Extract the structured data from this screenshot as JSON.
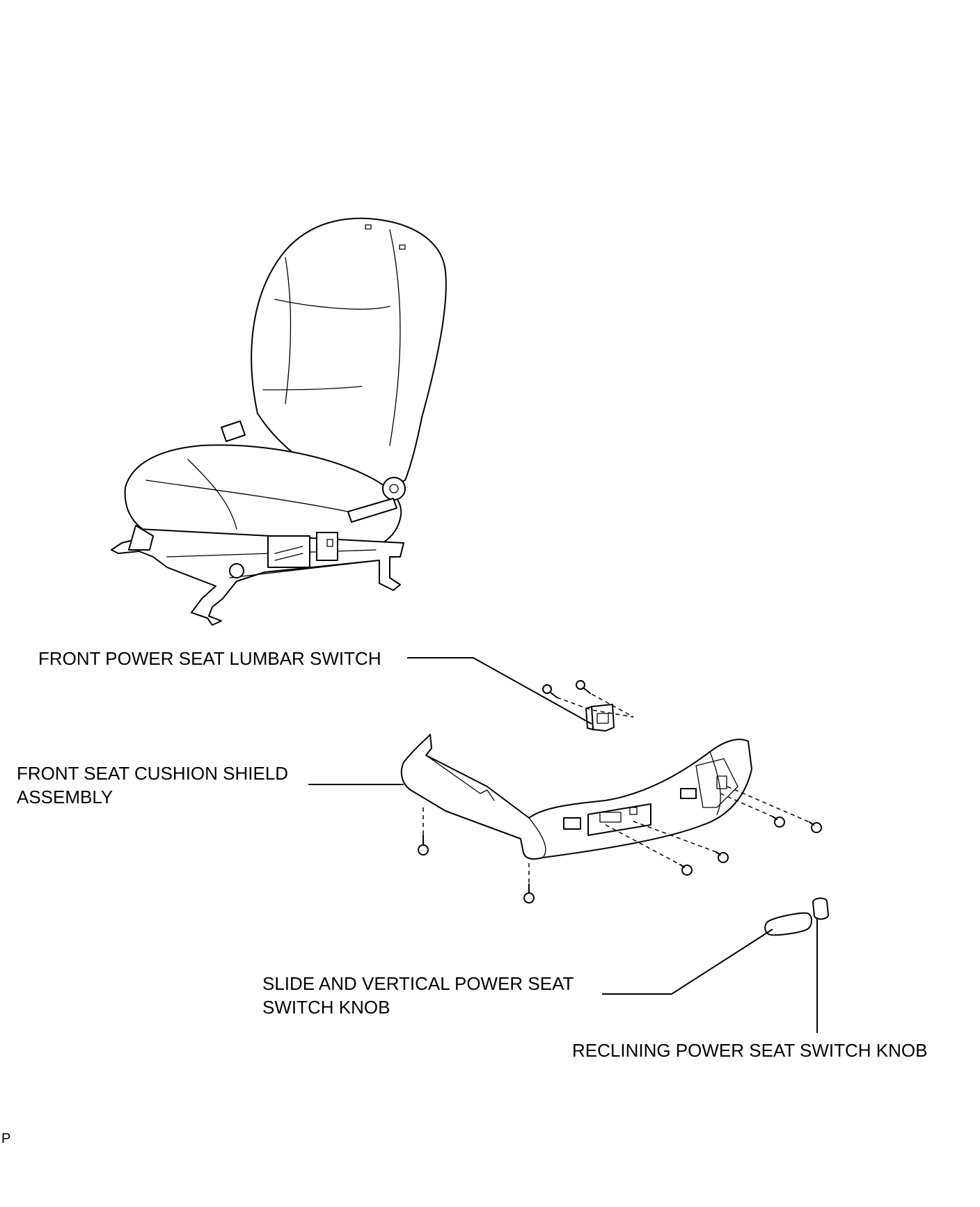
{
  "labels": {
    "lumbar_switch": "FRONT POWER SEAT LUMBAR SWITCH",
    "cushion_shield_line1": "FRONT SEAT CUSHION SHIELD",
    "cushion_shield_line2": "ASSEMBLY",
    "slide_knob_line1": "SLIDE AND VERTICAL POWER SEAT",
    "slide_knob_line2": "SWITCH KNOB",
    "reclining_knob": "RECLINING POWER SEAT SWITCH KNOB"
  },
  "corner_mark": "P"
}
